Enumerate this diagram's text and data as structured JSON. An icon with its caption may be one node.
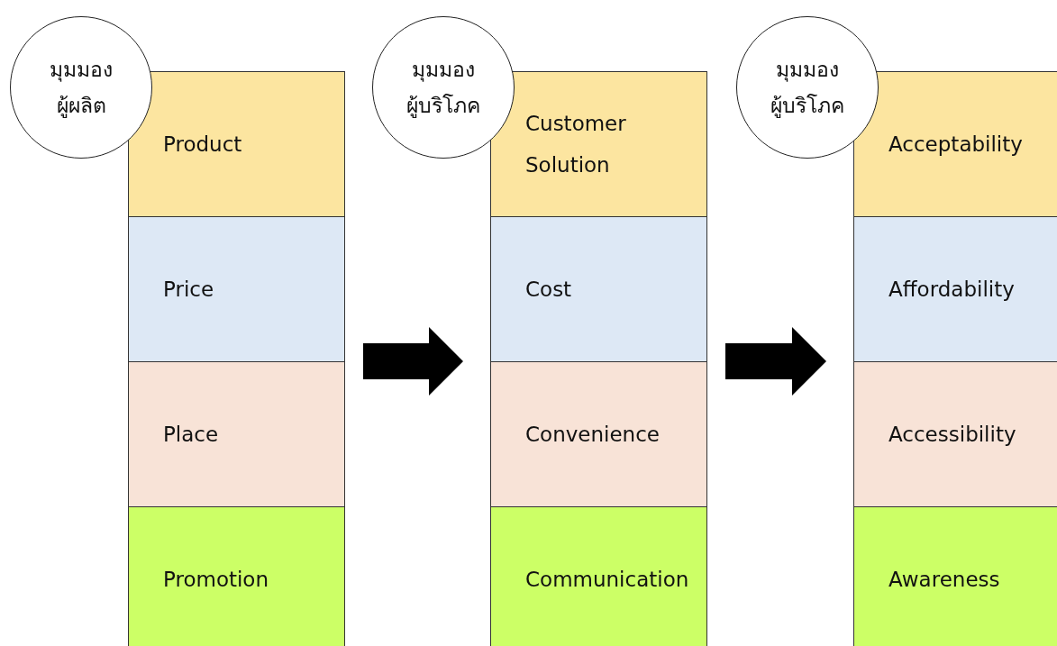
{
  "diagram": {
    "nodes": [
      {
        "text": [
          "มุมมองผู้ผลิต"
        ]
      },
      {
        "text": [
          "Product"
        ]
      },
      {
        "text": [
          "Price"
        ]
      },
      {
        "text": [
          "Place"
        ]
      },
      {
        "text": [
          "Promotion"
        ]
      },
      {
        "text": [
          "มุมมองผู้บริโภค"
        ]
      },
      {
        "text": [
          "Customer Solution"
        ]
      },
      {
        "text": [
          "Cost"
        ]
      },
      {
        "text": [
          "Convenience"
        ]
      },
      {
        "text": [
          "Communication"
        ]
      },
      {
        "text": [
          "มุมมองผู้บริโภค"
        ]
      },
      {
        "text": [
          "Acceptability"
        ]
      },
      {
        "text": [
          "Affordability"
        ]
      },
      {
        "text": [
          "Accessibility"
        ]
      },
      {
        "text": [
          "Awareness"
        ]
      }
    ],
    "edges": [
      {
        "from": 2,
        "to": 7,
        "arrow": "to"
      },
      {
        "from": 7,
        "to": 12,
        "arrow": "to"
      }
    ]
  }
}
